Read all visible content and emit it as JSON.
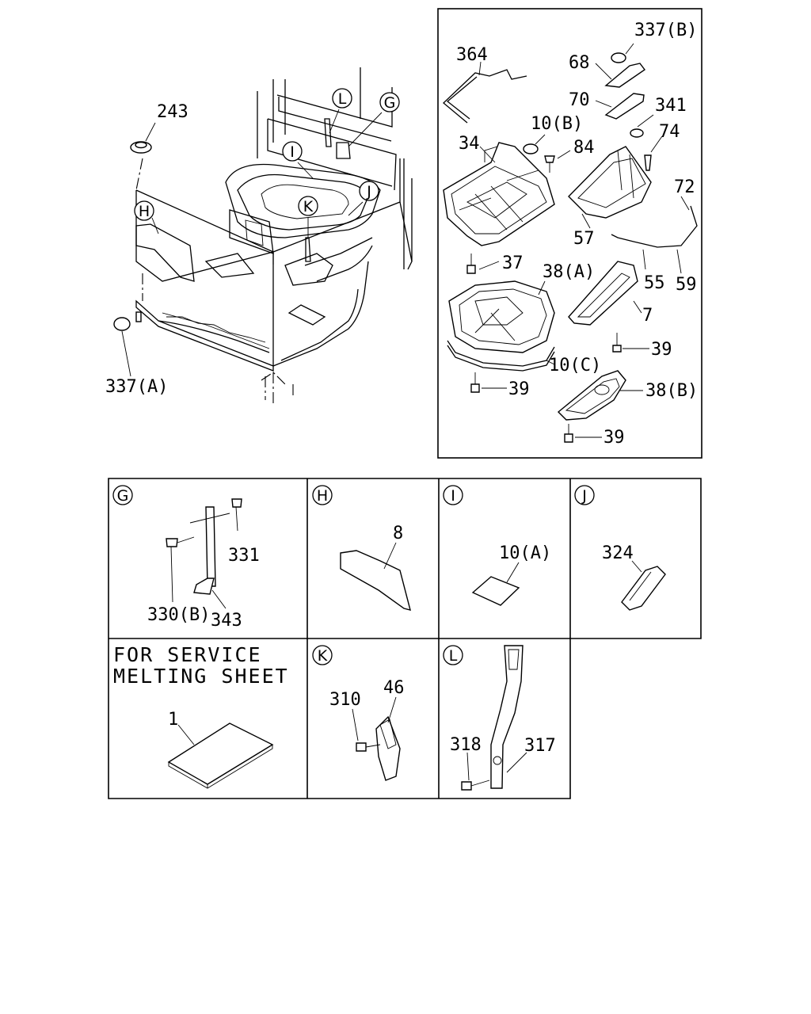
{
  "labels": {
    "p243": "243",
    "p337a": "337(A)",
    "p364": "364",
    "p337b": "337(B)",
    "p68": "68",
    "p70": "70",
    "p341": "341",
    "p74": "74",
    "p10b": "10(B)",
    "p34": "34",
    "p84": "84",
    "p72": "72",
    "p57": "57",
    "p37": "37",
    "p38a": "38(A)",
    "p55": "55",
    "p59": "59",
    "p7": "7",
    "p39a": "39",
    "p10c": "10(C)",
    "p39b": "39",
    "p38b": "38(B)",
    "p39c": "39",
    "p331": "331",
    "p330b": "330(B)",
    "p343": "343",
    "p8": "8",
    "p10a": "10(A)",
    "p324": "324",
    "p1": "1",
    "p310": "310",
    "p46": "46",
    "p318": "318",
    "p317": "317"
  },
  "callouts": {
    "G": "G",
    "H": "H",
    "I": "I",
    "J": "J",
    "K": "K",
    "L": "L"
  },
  "service_note": {
    "line1": "FOR SERVICE",
    "line2": "MELTING SHEET"
  }
}
